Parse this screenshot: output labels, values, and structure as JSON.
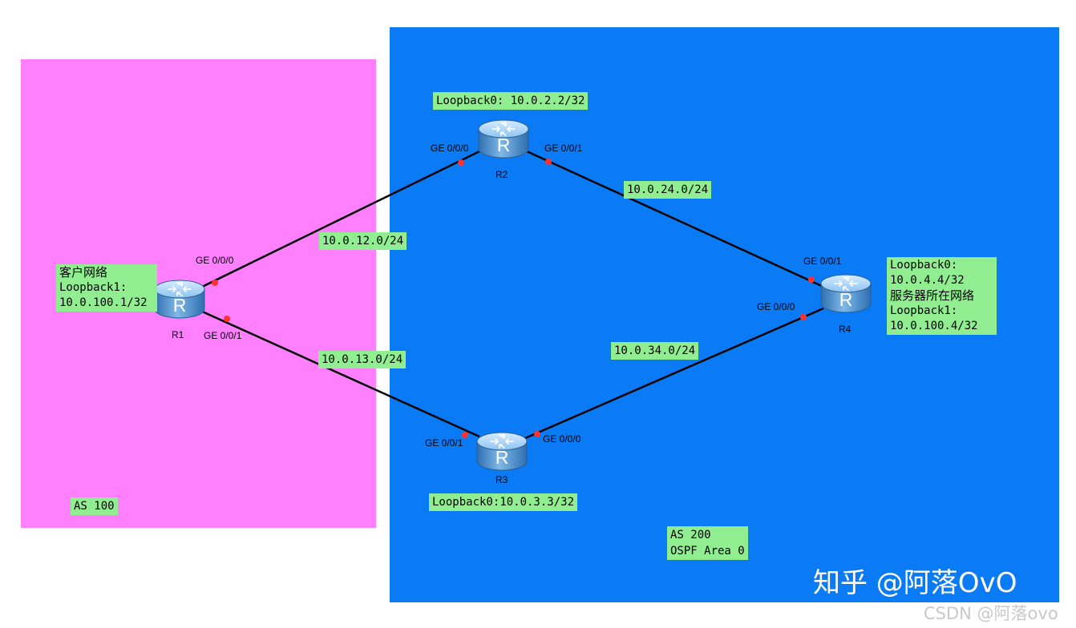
{
  "zones": {
    "as100": {
      "label": "AS 100",
      "color": "#ff80ff"
    },
    "as200": {
      "label_line1": "AS 200",
      "label_line2": "OSPF Area 0",
      "color": "#0a7af5"
    }
  },
  "routers": {
    "r1": {
      "name": "R1",
      "icon": "router-icon",
      "if_a": "GE 0/0/0",
      "if_b": "GE 0/0/1",
      "title": "客户网络",
      "lo1_name": "Loopback1:",
      "lo1_addr": "10.0.100.1/32"
    },
    "r2": {
      "name": "R2",
      "icon": "router-icon",
      "if_a": "GE 0/0/0",
      "if_b": "GE 0/0/1",
      "loopback": "Loopback0: 10.0.2.2/32"
    },
    "r3": {
      "name": "R3",
      "icon": "router-icon",
      "if_a": "GE 0/0/1",
      "if_b": "GE 0/0/0",
      "loopback": "Loopback0:10.0.3.3/32"
    },
    "r4": {
      "name": "R4",
      "icon": "router-icon",
      "if_a": "GE 0/0/1",
      "if_b": "GE 0/0/0",
      "lo0_name": "Loopback0:",
      "lo0_addr": "10.0.4.4/32",
      "title": "服务器所在网络",
      "lo1_name": "Loopback1:",
      "lo1_addr": "10.0.100.4/32"
    }
  },
  "links": {
    "r1_r2": "10.0.12.0/24",
    "r1_r3": "10.0.13.0/24",
    "r2_r4": "10.0.24.0/24",
    "r3_r4": "10.0.34.0/24"
  },
  "colors": {
    "label_bg": "#90ee90",
    "link": "#000000",
    "port_dot": "#ff3030"
  },
  "watermark": {
    "main": "知乎 @阿落OvO",
    "sub": "CSDN @阿落ovo"
  }
}
